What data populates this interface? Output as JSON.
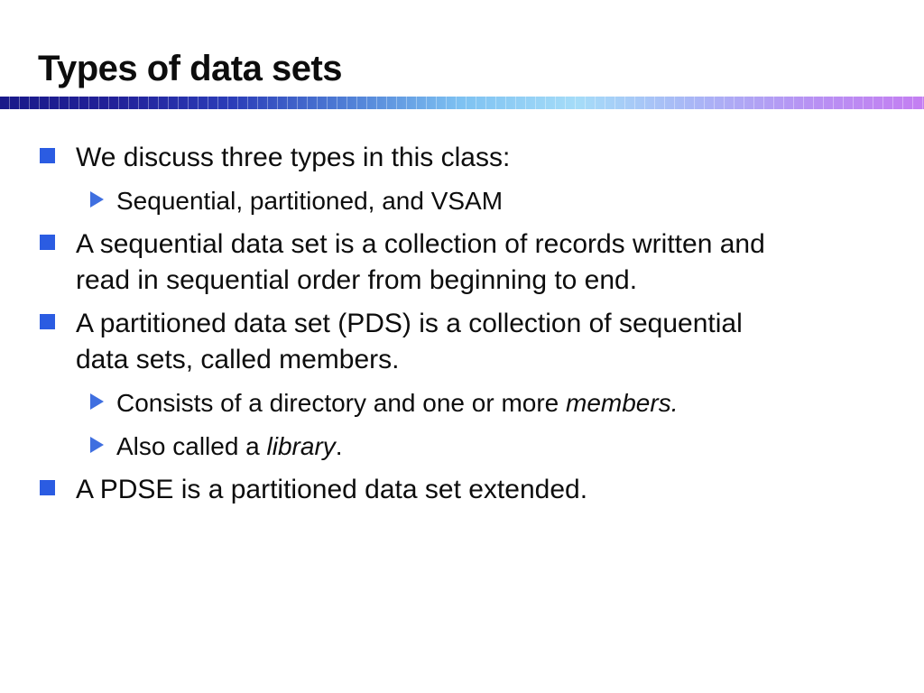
{
  "slide": {
    "title": "Types of data sets",
    "colors": {
      "background": "#ffffff",
      "title_text": "#0d0d0d",
      "body_text": "#0d0d0d",
      "square_bullet": "#2b5ce2",
      "triangle_bullet": "#3f6fe0",
      "divider_gradient": [
        "#191989",
        "#222199",
        "#2b3db8",
        "#4f7ed6",
        "#7ec2f2",
        "#a5dcf8",
        "#a9b6f6",
        "#b792f3",
        "#c47ef2"
      ]
    },
    "icons": {
      "level1_bullet": "square-bullet-icon",
      "level2_bullet": "triangle-bullet-icon"
    },
    "bullets": [
      {
        "level": 1,
        "runs": [
          {
            "text": "We discuss three types in this class:"
          }
        ]
      },
      {
        "level": 2,
        "runs": [
          {
            "text": "Sequential, partitioned, and VSAM"
          }
        ]
      },
      {
        "level": 1,
        "runs": [
          {
            "text": "A sequential data set is a collection of records written and\nread in sequential order from beginning to end."
          }
        ]
      },
      {
        "level": 1,
        "runs": [
          {
            "text": "A partitioned data set (PDS) is a collection of sequential\ndata sets, called members."
          }
        ]
      },
      {
        "level": 2,
        "runs": [
          {
            "text": "Consists of a directory and one or more "
          },
          {
            "text": "members.",
            "italic": true
          }
        ]
      },
      {
        "level": 2,
        "runs": [
          {
            "text": "Also called a "
          },
          {
            "text": "library",
            "italic": true
          },
          {
            "text": "."
          }
        ]
      },
      {
        "level": 1,
        "runs": [
          {
            "text": "A PDSE is a partitioned data set extended."
          }
        ]
      }
    ]
  }
}
